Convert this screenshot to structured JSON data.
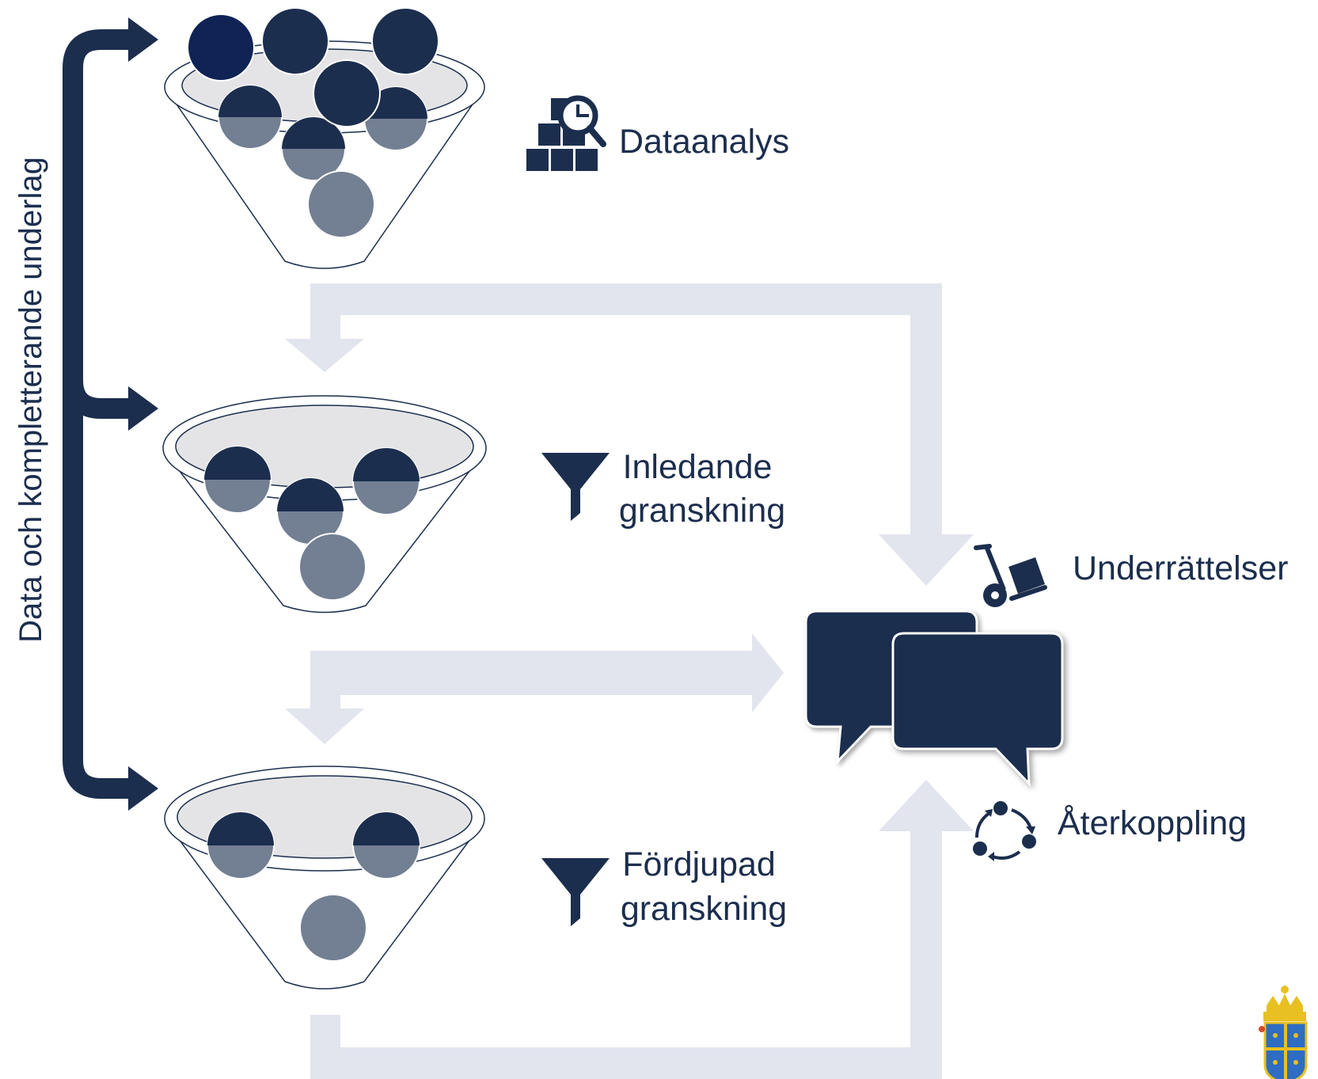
{
  "side_label": "Data och kompletterande underlag",
  "stages": [
    {
      "label_lines": [
        "Dataanalys"
      ],
      "icon": "data-analysis-icon"
    },
    {
      "label_lines": [
        "Inledande",
        "granskning"
      ],
      "icon": "filter-icon"
    },
    {
      "label_lines": [
        "Fördjupad",
        "granskning"
      ],
      "icon": "filter-icon"
    }
  ],
  "outputs": [
    {
      "label": "Underrättelser",
      "icon": "hand-truck-icon"
    },
    {
      "label": "Återkoppling",
      "icon": "cycle-icon"
    }
  ],
  "center_icon": "chat-bubbles-icon",
  "logo": "coat-of-arms-logo",
  "colors": {
    "navy": "#1c2e4e",
    "dark_ball": "#13264b",
    "faded_ball": "#737f92",
    "funnel_fill": "#e4e4e7",
    "arrow_light": "#e2e4ee",
    "logo_yellow": "#e8c021",
    "logo_blue": "#2e6dc2"
  }
}
